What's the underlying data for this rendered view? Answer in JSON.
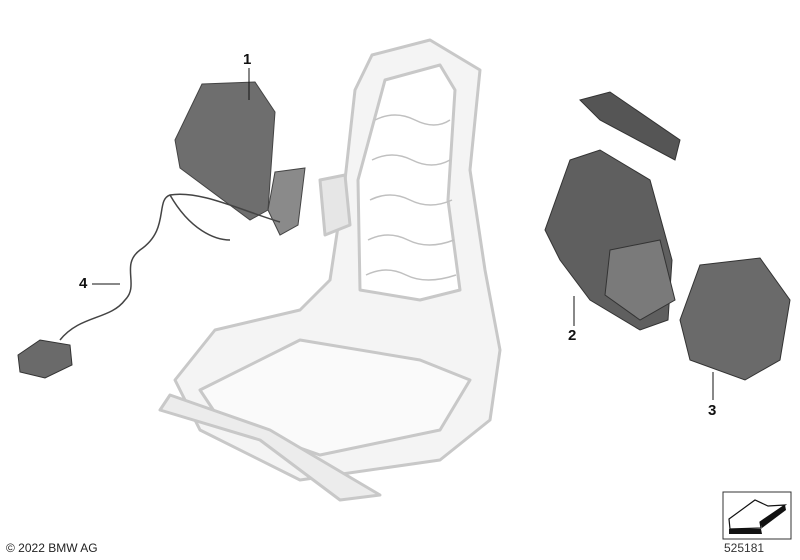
{
  "callouts": [
    {
      "number": "1"
    },
    {
      "number": "2"
    },
    {
      "number": "3"
    },
    {
      "number": "4"
    }
  ],
  "copyright": "© 2022 BMW AG",
  "diagram_number": "525181",
  "nav_icon": "arrow-back-icon",
  "colors": {
    "frame": "#d6d6d6",
    "part": "#6e6e6e",
    "text": "#111111"
  }
}
